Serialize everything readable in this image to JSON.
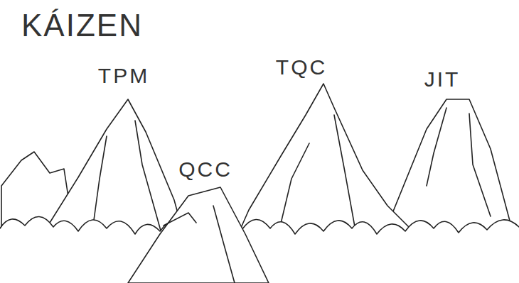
{
  "diagram": {
    "title": "KÁIZEN",
    "labels": [
      "TPM",
      "QCC",
      "TQC",
      "JIT"
    ]
  }
}
